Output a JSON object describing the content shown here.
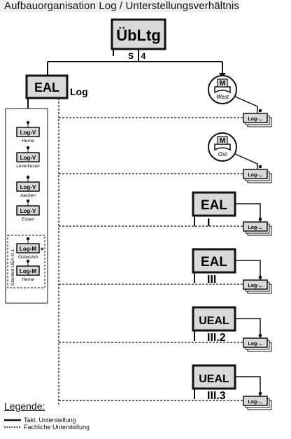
{
  "title": "Aufbauorganisation Log /  Unterstellungsverhältnis",
  "top_unit": {
    "label": "ÜbLtg",
    "sub_left": "S",
    "sub_right": "4"
  },
  "eal": {
    "label": "EAL",
    "suffix": "Log"
  },
  "units_in_panel": [
    {
      "badge": "Log-V",
      "place": "Herne"
    },
    {
      "badge": "Log-V",
      "place": "Leverkusen"
    },
    {
      "badge": "Log-V",
      "place": "Aachen"
    },
    {
      "badge": "Log-V",
      "place": "Essen"
    }
  ],
  "standort_group": {
    "vertical_label": "Standort UEA III.1",
    "star": "*",
    "units": [
      {
        "badge": "Log-M",
        "place": "Gütersloh"
      },
      {
        "badge": "Log-M",
        "place": "Herne"
      }
    ]
  },
  "m_units": [
    {
      "symbol": "M",
      "place": "West"
    },
    {
      "symbol": "M",
      "place": "Ost"
    }
  ],
  "right_units": [
    {
      "label": "EAL",
      "sub": "I"
    },
    {
      "label": "EAL",
      "sub": "III"
    },
    {
      "label": "UEAL",
      "sub": "III.2"
    },
    {
      "label": "UEAL",
      "sub": "III.3"
    }
  ],
  "log_badge": "Log-...",
  "legend": {
    "title": "Legende:",
    "solid_label": "Takt. Unterstellung",
    "dashed_label": "Fachliche Unterstellung"
  }
}
